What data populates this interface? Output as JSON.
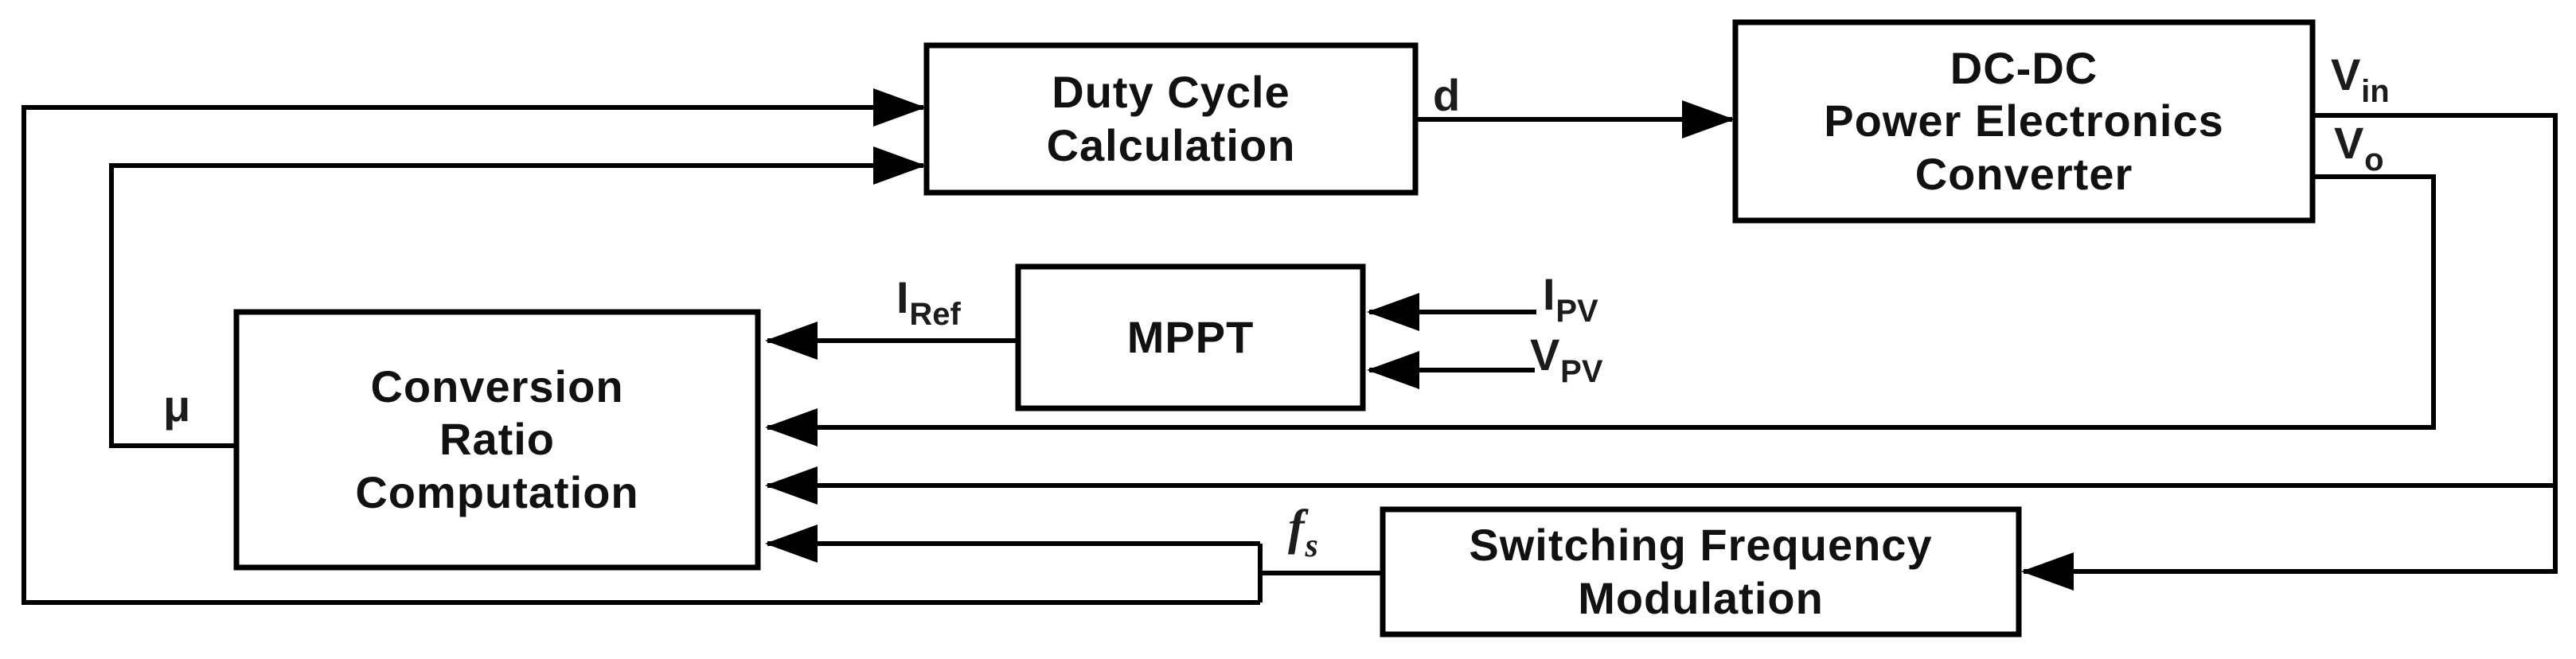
{
  "diagram": {
    "type": "block-diagram",
    "description_colors": {
      "background": "#ffffff",
      "line": "#000000",
      "text": "#111111"
    },
    "nodes": {
      "duty_cycle": {
        "line1": "Duty Cycle",
        "line2": "Calculation"
      },
      "dcdc": {
        "line1": "DC-DC",
        "line2": "Power Electronics",
        "line3": "Converter"
      },
      "mppt": {
        "line1": "MPPT"
      },
      "conversion": {
        "line1": "Conversion",
        "line2": "Ratio",
        "line3": "Computation"
      },
      "sfm": {
        "line1": "Switching Frequency",
        "line2": "Modulation"
      }
    },
    "signals": {
      "d": {
        "base": "d",
        "sub": ""
      },
      "vin": {
        "base": "V",
        "sub": "in"
      },
      "vo": {
        "base": "V",
        "sub": "o"
      },
      "iref": {
        "base": "I",
        "sub": "Ref"
      },
      "ipv": {
        "base": "I",
        "sub": "PV"
      },
      "vpv": {
        "base": "V",
        "sub": "PV"
      },
      "mu": {
        "base": "μ",
        "sub": ""
      },
      "fs": {
        "base": "f",
        "sub": "s"
      }
    }
  }
}
